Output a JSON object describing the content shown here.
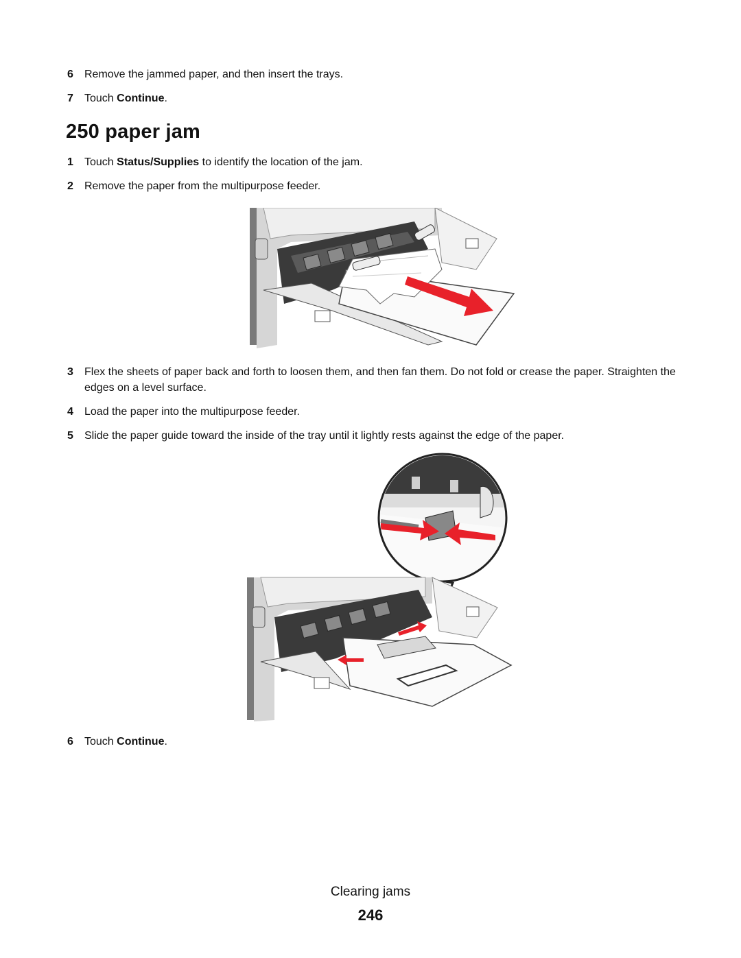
{
  "section1": {
    "steps": [
      {
        "num": "6",
        "text": "Remove the jammed paper, and then insert the trays."
      },
      {
        "num": "7",
        "pre": "Touch ",
        "bold": "Continue",
        "post": "."
      }
    ]
  },
  "heading": "250 paper jam",
  "section2": {
    "steps": [
      {
        "num": "1",
        "pre": "Touch ",
        "bold": "Status/Supplies",
        "post": " to identify the location of the jam."
      },
      {
        "num": "2",
        "text": "Remove the paper from the multipurpose feeder."
      },
      {
        "num": "3",
        "text": "Flex the sheets of paper back and forth to loosen them, and then fan them. Do not fold or crease the paper. Straighten the edges on a level surface."
      },
      {
        "num": "4",
        "text": "Load the paper into the multipurpose feeder."
      },
      {
        "num": "5",
        "text": "Slide the paper guide toward the inside of the tray until it lightly rests against the edge of the paper."
      },
      {
        "num": "6",
        "pre": "Touch ",
        "bold": "Continue",
        "post": "."
      }
    ]
  },
  "footer": {
    "section": "Clearing jams",
    "page": "246"
  },
  "colors": {
    "arrow": "#e8212a",
    "printer_body": "#d9d9d9",
    "printer_dark": "#3a3a3a"
  }
}
